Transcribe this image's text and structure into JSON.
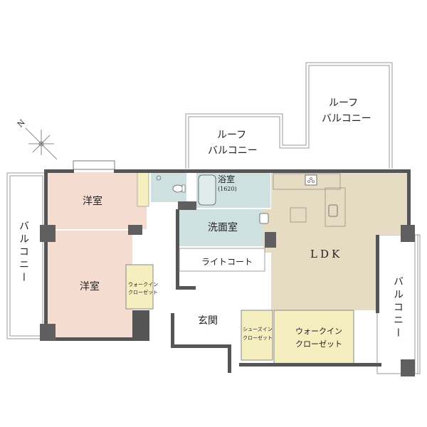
{
  "floor_plan": {
    "compass": {
      "label": "N"
    },
    "rooms": {
      "western_room_1": {
        "label": "洋室"
      },
      "western_room_2": {
        "label": "洋室"
      },
      "walk_in_closet_small": {
        "line1": "ウォークイン",
        "line2": "クローゼット"
      },
      "bathroom": {
        "label": "浴室",
        "size": "(1620)"
      },
      "washroom": {
        "label": "洗面室"
      },
      "light_court": {
        "label": "ライトコート"
      },
      "entrance": {
        "label": "玄関"
      },
      "shoes_in_closet": {
        "line1": "シューズイン",
        "line2": "クローゼット"
      },
      "walk_in_closet_large": {
        "line1": "ウォークイン",
        "line2": "クローゼット"
      },
      "ldk": {
        "label": "LDK"
      }
    },
    "balconies": {
      "roof_balcony_center": {
        "line1": "ルーフ",
        "line2": "バルコニー"
      },
      "roof_balcony_right": {
        "line1": "ルーフ",
        "line2": "バルコニー"
      },
      "balcony_left": {
        "label": "バルコニー"
      },
      "balcony_right": {
        "label": "バルコニー"
      }
    },
    "colors": {
      "western_room": "#f5dcd0",
      "wet_area": "#cfe0e0",
      "ldk": "#e6dcc4",
      "closet": "#f5efbf",
      "wall": "#555555",
      "pillar": "#5f5f5f"
    }
  }
}
